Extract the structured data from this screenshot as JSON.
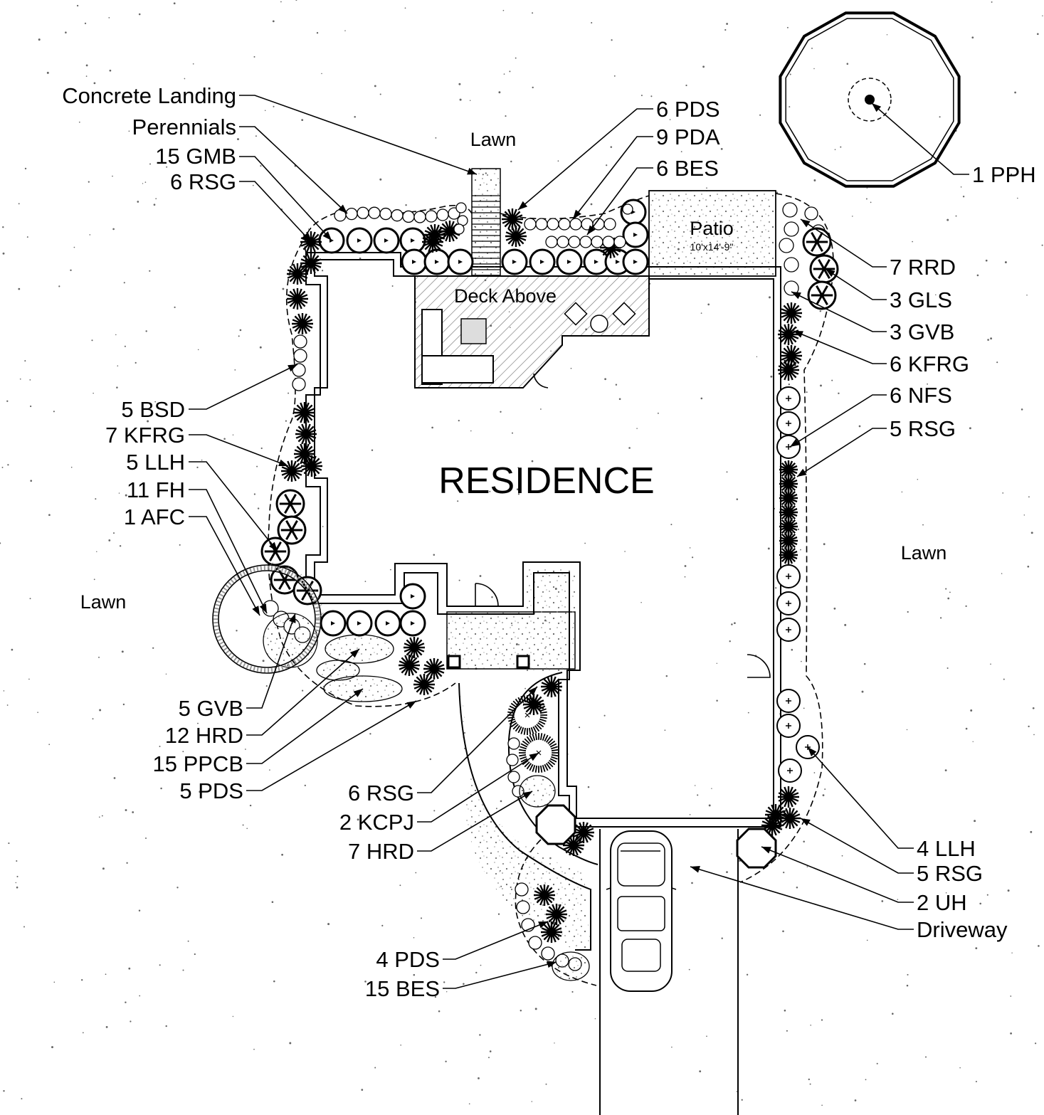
{
  "title": "RESIDENCE",
  "areas": {
    "lawn_top": "Lawn",
    "lawn_left": "Lawn",
    "lawn_right": "Lawn",
    "patio": "Patio",
    "patio_dims": "10'x14'-9\"",
    "deck": "Deck Above"
  },
  "callouts_left": [
    "Concrete Landing",
    "Perennials",
    "15 GMB",
    "6 RSG",
    "5 BSD",
    "7 KFRG",
    "5 LLH",
    "11 FH",
    "1 AFC",
    "5 GVB",
    "12 HRD",
    "15 PPCB",
    "5 PDS"
  ],
  "callouts_center": [
    "6 RSG",
    "2 KCPJ",
    "7 HRD",
    "4 PDS",
    "15 BES"
  ],
  "callouts_top": [
    "6 PDS",
    "9 PDA",
    "6 BES"
  ],
  "callouts_right": [
    "1 PPH",
    "7 RRD",
    "3 GLS",
    "3 GVB",
    "6 KFRG",
    "6 NFS",
    "5 RSG",
    "4 LLH",
    "5 RSG",
    "2 UH",
    "Driveway"
  ]
}
